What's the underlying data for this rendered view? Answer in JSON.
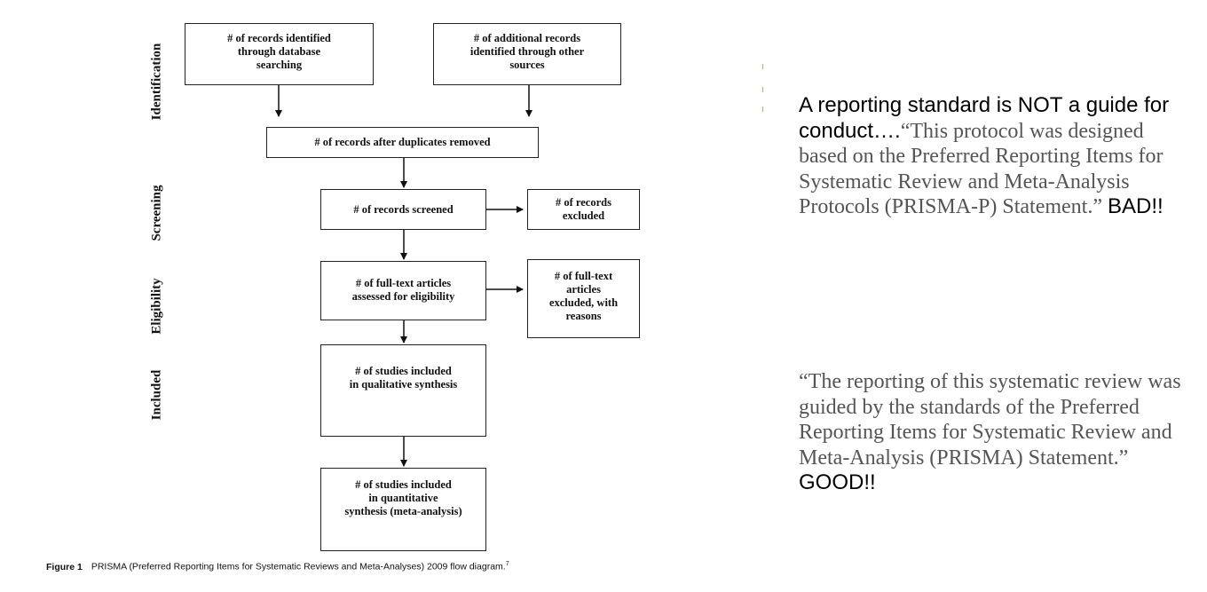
{
  "diagram": {
    "stages": [
      "Identification",
      "Screening",
      "Eligibility",
      "Included"
    ],
    "boxes": {
      "db_search": "# of records identified through database searching",
      "other_sources": "# of additional records identified through other sources",
      "dup_removed": "# of records after duplicates removed",
      "screened": "# of records screened",
      "excluded": "# of records excluded",
      "fulltext": "# of full-text articles assessed for eligibility",
      "fulltext_excluded": "# of full-text articles excluded, with reasons",
      "qualitative": "# of studies included in qualitative synthesis",
      "quantitative": "# of studies included in quantitative synthesis (meta-analysis)"
    },
    "lines": {
      "db_search": [
        "# of records identified",
        "through database",
        "searching"
      ],
      "other_sources": [
        "# of additional records",
        "identified through other",
        "sources"
      ],
      "excluded": [
        "# of records",
        "excluded"
      ],
      "fulltext": [
        "# of full-text articles",
        "assessed for eligibility"
      ],
      "fulltext_excluded": [
        "# of full-text",
        "articles",
        "excluded, with",
        "reasons"
      ],
      "qualitative": [
        "# of studies included",
        "in qualitative synthesis"
      ],
      "quantitative": [
        "# of studies included",
        "in quantitative",
        "synthesis (meta-analysis)"
      ]
    },
    "caption": {
      "label": "Figure 1",
      "text": "PRISMA (Preferred Reporting Items for Systematic Reviews and Meta-Analyses) 2009 flow diagram.",
      "ref": "7"
    }
  },
  "notes": {
    "bad": {
      "lead": "A reporting standard is NOT a guide for conduct….",
      "quote": "“This protocol was designed based on the Preferred Reporting Items for Systematic Review and Meta-Analysis Protocols (PRISMA-P) Statement.”",
      "verdict": "BAD!!"
    },
    "good": {
      "quote": "“The reporting of this systematic review was guided by the standards of the Preferred Reporting Items for Systematic Review and Meta-Analysis (PRISMA) Statement.”",
      "verdict": "GOOD!!"
    }
  }
}
